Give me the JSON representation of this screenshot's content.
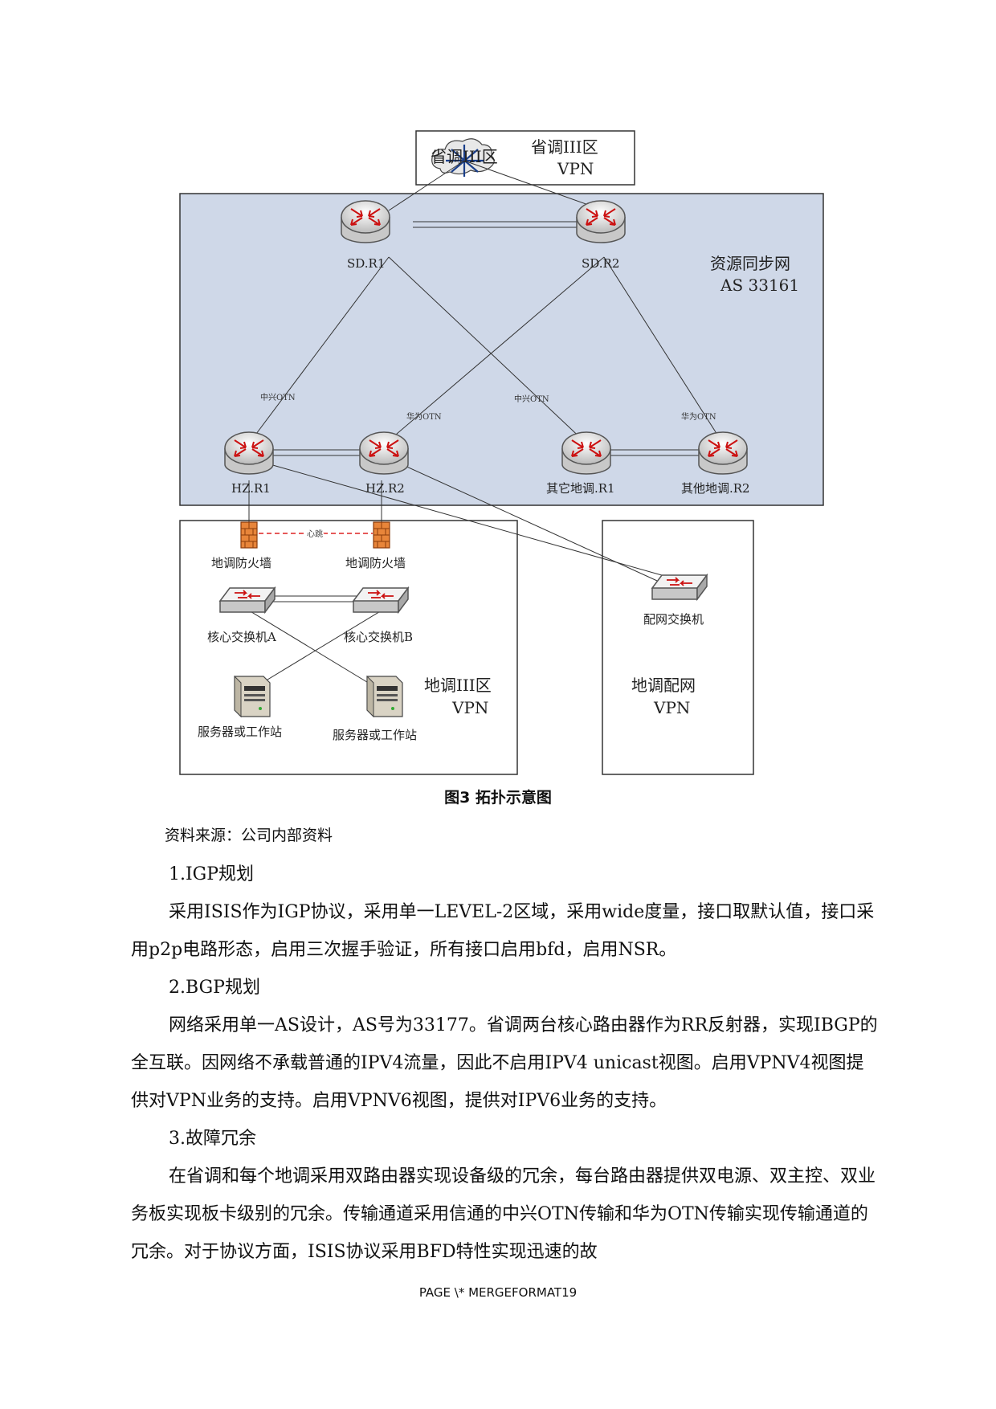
{
  "diagram": {
    "top_box": {
      "overlap_label": "省调III区",
      "title": "省调III区",
      "subtitle": "VPN"
    },
    "sync_net": {
      "title": "资源同步网",
      "as": "AS 33161"
    },
    "routers": {
      "sd_r1": "SD.R1",
      "sd_r2": "SD.R2",
      "hz_r1": "HZ.R1",
      "hz_r2": "HZ.R2",
      "other_r1": "其它地调.R1",
      "other_r2": "其他地调.R2"
    },
    "link_labels": {
      "zte_otn_1": "中兴OTN",
      "huawei_otn_1": "华为OTN",
      "zte_otn_2": "中兴OTN",
      "huawei_otn_2": "华为OTN"
    },
    "heartbeat": "心跳",
    "firewalls": {
      "fw1": "地调防火墙",
      "fw2": "地调防火墙"
    },
    "switches": {
      "core_a": "核心交换机A",
      "core_b": "核心交换机B",
      "dist": "配网交换机"
    },
    "servers": {
      "s1": "服务器或工作站",
      "s2": "服务器或工作站"
    },
    "zone_iii": {
      "title": "地调III区",
      "subtitle": "VPN"
    },
    "zone_dist": {
      "title": "地调配网",
      "subtitle": "VPN"
    },
    "colors": {
      "sync_bg": "#cfd8e8",
      "router_arrow": "#cc1111",
      "firewall": "#e8853a",
      "heartbeat": "#dd2222"
    }
  },
  "caption": "图3   拓扑示意图",
  "source": "资料来源：公司内部资料",
  "paragraphs": [
    "1.IGP规划",
    "采用ISIS作为IGP协议，采用单一LEVEL-2区域，采用wide度量，接口取默认值，接口采用p2p电路形态，启用三次握手验证，所有接口启用bfd，启用NSR。",
    "2.BGP规划",
    "网络采用单一AS设计，AS号为33177。省调两台核心路由器作为RR反射器，实现IBGP的全互联。因网络不承载普通的IPV4流量，因此不启用IPV4 unicast视图。启用VPNV4视图提供对VPN业务的支持。启用VPNV6视图，提供对IPV6业务的支持。",
    "3.故障冗余",
    "在省调和每个地调采用双路由器实现设备级的冗余，每台路由器提供双电源、双主控、双业务板实现板卡级别的冗余。传输通道采用信通的中兴OTN传输和华为OTN传输实现传输通道的冗余。对于协议方面，ISIS协议采用BFD特性实现迅速的故"
  ],
  "footer": "PAGE   \\* MERGEFORMAT19"
}
